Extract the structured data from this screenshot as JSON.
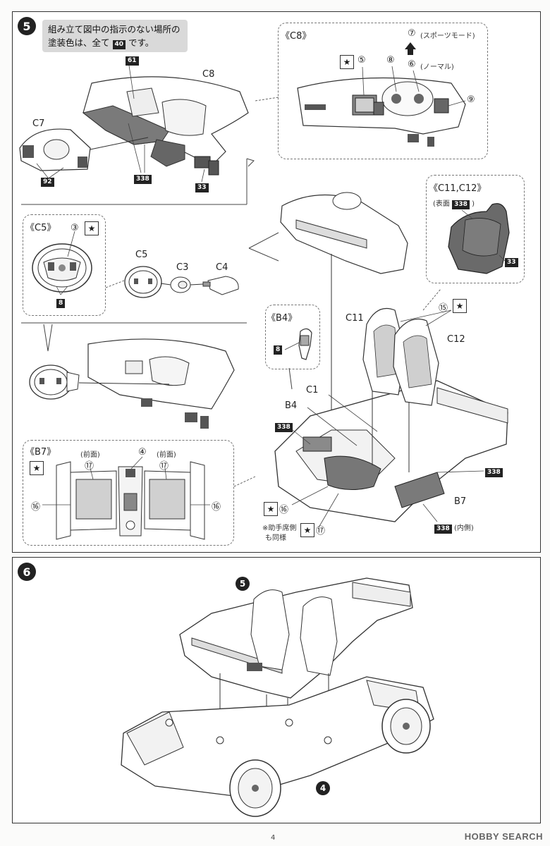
{
  "step5": {
    "number": "5",
    "note_line1": "組み立て図中の指示のない場所の",
    "note_line2_prefix": "塗装色は、全て",
    "note_paint": "40",
    "note_line2_suffix": "です。",
    "parts": {
      "c8": "C8",
      "c7": "C7",
      "c5": "C5",
      "c3": "C3",
      "c4": "C4",
      "c11": "C11",
      "c12": "C12",
      "c1": "C1",
      "b4": "B4",
      "b7": "B7"
    },
    "paints": {
      "p61": "61",
      "p92": "92",
      "p338a": "338",
      "p33a": "33",
      "p8a": "8",
      "p8b": "8",
      "p338b": "338",
      "p33b": "33",
      "p338c": "338",
      "p338d": "338",
      "p338e": "338"
    },
    "detail_c8": {
      "title": "《C8》",
      "n7": "⑦",
      "n7_text": "(スポーツモード)",
      "n5": "⑤",
      "n8": "⑧",
      "n6": "⑥",
      "n6_text": "(ノーマル)",
      "n9": "⑨"
    },
    "detail_c11": {
      "title": "《C11,C12》",
      "surface_prefix": "(表面",
      "surface_suffix": ")"
    },
    "detail_c5": {
      "title": "《C5》",
      "n3": "③"
    },
    "detail_b4": {
      "title": "《B4》"
    },
    "detail_b7": {
      "title": "《B7》",
      "front_left": "(前面)",
      "front_right": "(前面)",
      "n17a": "⑰",
      "n17b": "⑰",
      "n4": "④",
      "n16a": "⑯",
      "n16b": "⑯"
    },
    "callouts": {
      "n15": "⑮",
      "n16": "⑯",
      "n17": "⑰",
      "passenger_note1": "※助手席側",
      "passenger_note2": "も同様",
      "inner": "(内側)"
    },
    "star_symbol": "★"
  },
  "step6": {
    "number": "6",
    "ref5": "5",
    "ref4": "4"
  },
  "footer": {
    "page": "4",
    "watermark": "HOBBY SEARCH"
  }
}
